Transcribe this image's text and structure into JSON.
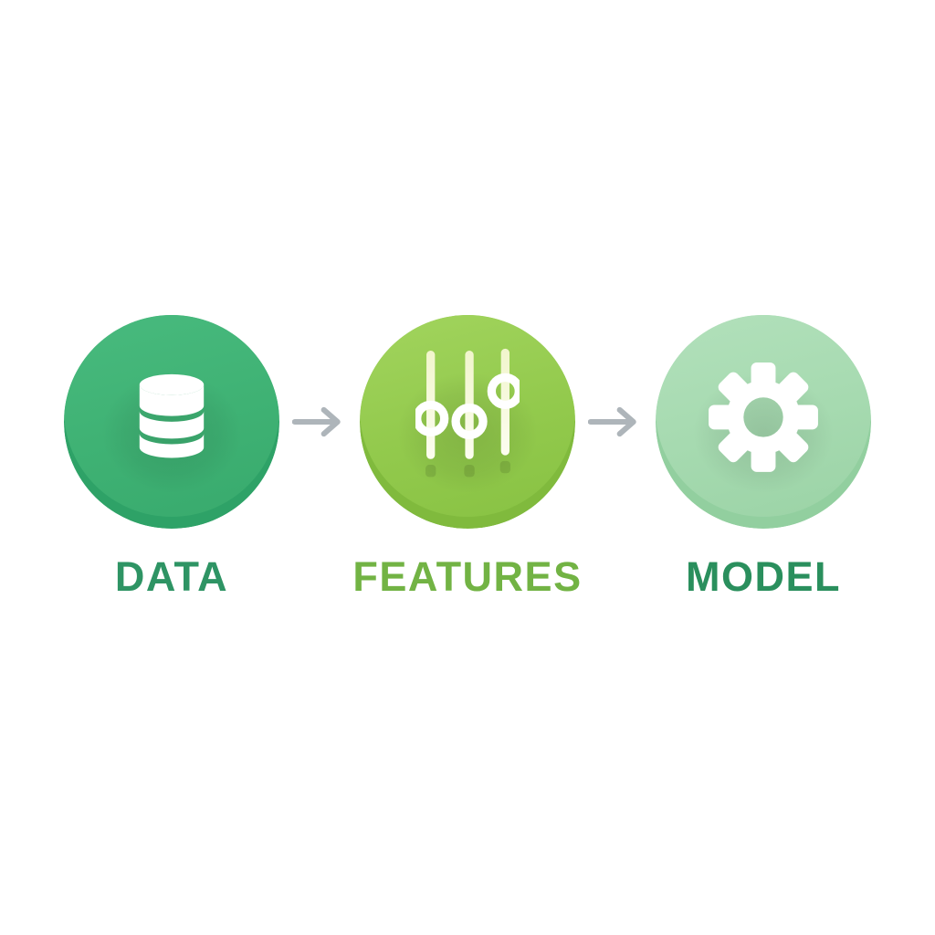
{
  "page": {
    "background_color": "#ffffff"
  },
  "pipeline": {
    "stages": [
      {
        "label": "DATA",
        "icon": "database-icon",
        "icon_color": "#ffffff",
        "circle_color": "#3fb274",
        "circle_edge_color": "#2ea267",
        "label_color": "#2e9464"
      },
      {
        "label": "FEATURES",
        "icon": "sliders-icon",
        "icon_color": "#ffffff",
        "icon_track_color": "#f3f6d2",
        "circle_color": "#93ca4d",
        "circle_edge_color": "#80ba3d",
        "label_color": "#72b344"
      },
      {
        "label": "MODEL",
        "icon": "gear-icon",
        "icon_color": "#ffffff",
        "circle_color": "#a6dab0",
        "circle_edge_color": "#92cf9f",
        "label_color": "#2a8f5d"
      }
    ],
    "arrows": [
      {
        "direction": "right",
        "color": "#aeb5ba"
      },
      {
        "direction": "right",
        "color": "#aeb5ba"
      }
    ]
  }
}
